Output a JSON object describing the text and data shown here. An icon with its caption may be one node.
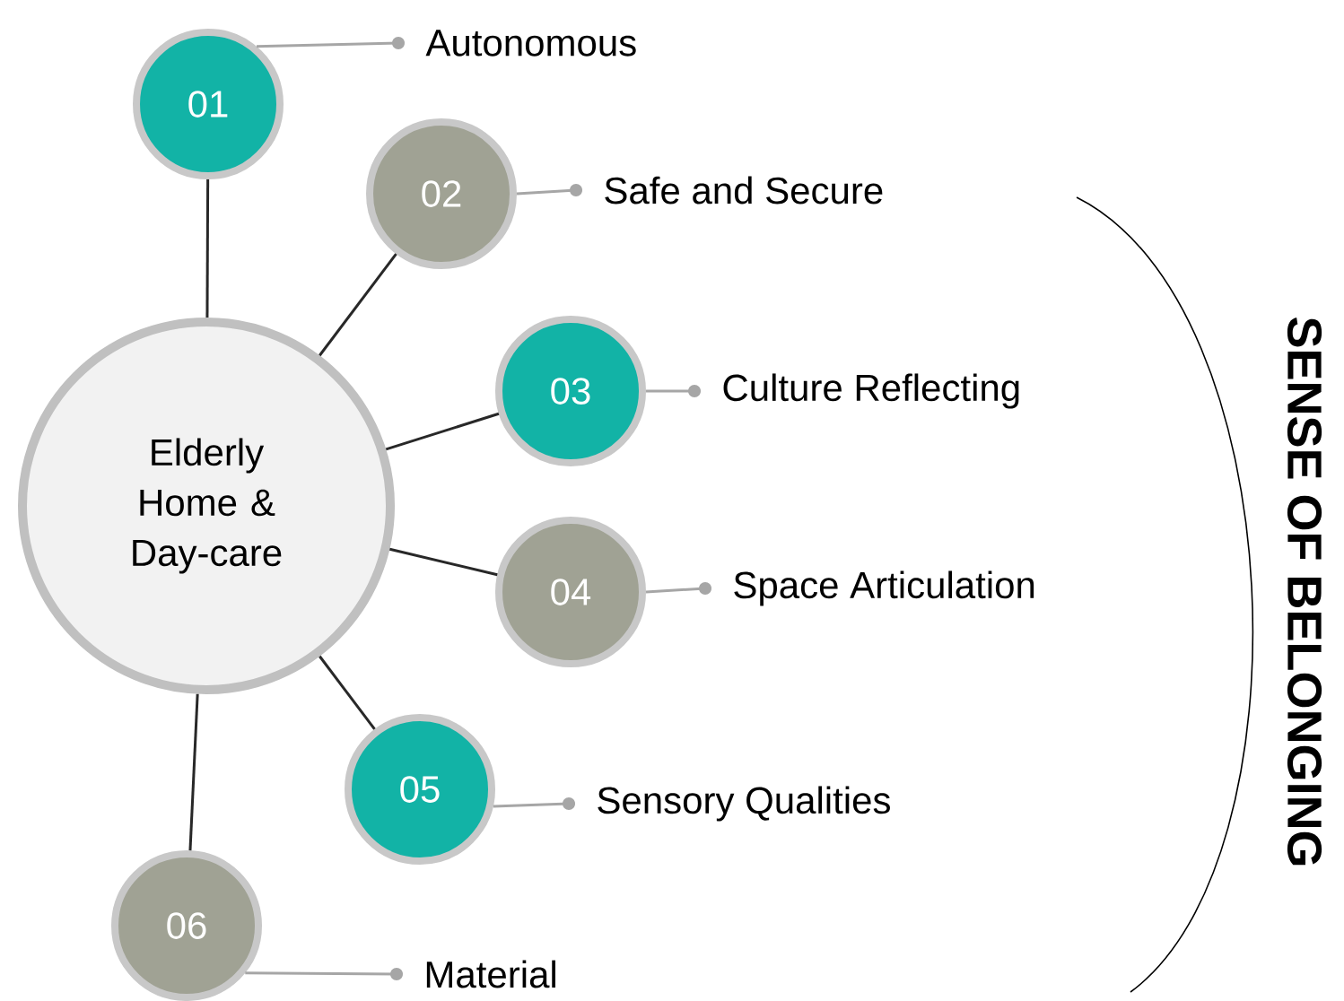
{
  "diagram": {
    "nodes": [
      {
        "text": [
          "Elderly Home & Day-care"
        ]
      },
      {
        "text": [
          "01"
        ]
      },
      {
        "text": [
          "02"
        ]
      },
      {
        "text": [
          "03"
        ]
      },
      {
        "text": [
          "04"
        ]
      },
      {
        "text": [
          "05"
        ]
      },
      {
        "text": [
          "06"
        ]
      },
      {
        "text": [
          "Autonomous"
        ]
      },
      {
        "text": [
          "Safe and Secure"
        ]
      },
      {
        "text": [
          "Culture Reflecting"
        ]
      },
      {
        "text": [
          "Space Articulation"
        ]
      },
      {
        "text": [
          "Sensory Qualities"
        ]
      },
      {
        "text": [
          "Material"
        ]
      }
    ],
    "edges": [
      {
        "from": 0,
        "to": 1,
        "arrow": "none"
      },
      {
        "from": 0,
        "to": 2,
        "arrow": "none"
      },
      {
        "from": 0,
        "to": 3,
        "arrow": "none"
      },
      {
        "from": 0,
        "to": 4,
        "arrow": "none"
      },
      {
        "from": 0,
        "to": 5,
        "arrow": "none"
      },
      {
        "from": 0,
        "to": 6,
        "arrow": "none"
      },
      {
        "from": 1,
        "to": 7,
        "arrow": "other",
        "color": "#a6a6a6"
      },
      {
        "from": 2,
        "to": 8,
        "arrow": "other",
        "color": "#a6a6a6"
      },
      {
        "from": 3,
        "to": 9,
        "arrow": "other",
        "color": "#a6a6a6"
      },
      {
        "from": 4,
        "to": 10,
        "arrow": "other",
        "color": "#a6a6a6"
      },
      {
        "from": 5,
        "to": 11,
        "arrow": "other",
        "color": "#a6a6a6"
      },
      {
        "from": 6,
        "to": 12,
        "arrow": "other",
        "color": "#a6a6a6"
      }
    ],
    "labels": [
      "SENSE OF BELONGING"
    ]
  }
}
